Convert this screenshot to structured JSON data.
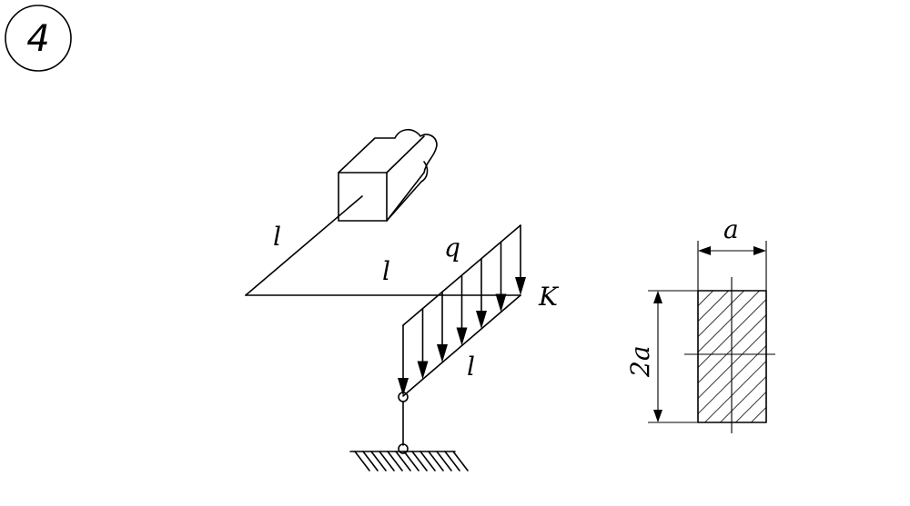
{
  "problem": {
    "number": "4"
  },
  "labels": {
    "l_bracket_arm": "l",
    "l_horizontal": "l",
    "l_loaded_arm": "l",
    "q": "q",
    "K": "K",
    "a": "a",
    "two_a": "2a"
  },
  "colors": {
    "ink": "#000000",
    "background": "#ffffff"
  }
}
